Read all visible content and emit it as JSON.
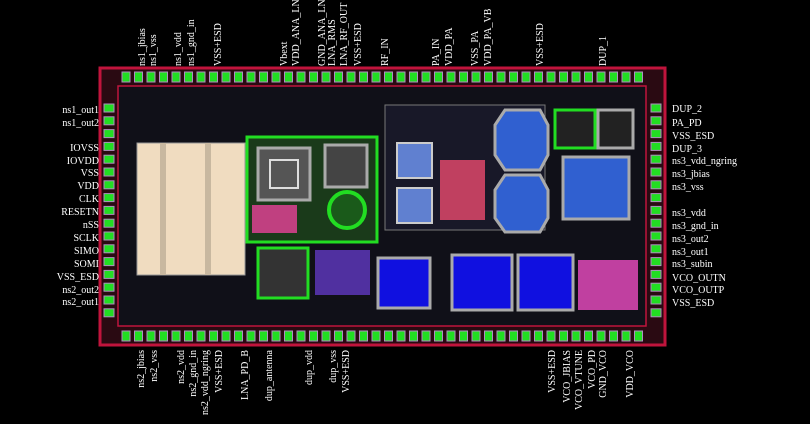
{
  "pins": {
    "top": [
      "ns1_jbias",
      "ns1_vss",
      "ns1_vdd",
      "ns1_gnd_in",
      "VSS+ESD",
      "Vbext",
      "VDD_ANA_LNA",
      "GND_ANA_LNA",
      "LNA_RMS",
      "LNA_RF_OUT",
      "VSS+ESD",
      "RF_IN",
      "PA_IN",
      "VDD_PA",
      "VSS_PA",
      "VDD_PA_VB",
      "VSS+ESD",
      "DUP_1"
    ],
    "bottom": [
      "ns2_jbias",
      "ns2_vss",
      "ns2_vdd",
      "ns2_gnd_in",
      "ns2_vdd_ngring",
      "VSS+ESD",
      "LNA_PD_B",
      "dup_antenna",
      "dup_vdd",
      "dup_vss",
      "VSS+ESD",
      "VSS+ESD",
      "VCO_JBIAS",
      "VCO_VTUNE",
      "VCO_PD",
      "GND_VCO",
      "VDD_VCO"
    ],
    "left": [
      "ns1_out1",
      "ns1_out2",
      "IOVSS",
      "IOVDD",
      "VSS",
      "VDD",
      "CLK",
      "RESETN",
      "nSS",
      "SCLK",
      "SIMO",
      "SOMI",
      "VSS_ESD",
      "ns2_out2",
      "ns2_out1"
    ],
    "right": [
      "DUP_2",
      "PA_PD",
      "VSS_ESD",
      "DUP_3",
      "ns3_vdd_ngring",
      "ns3_jbias",
      "ns3_vss",
      "ns3_vdd",
      "ns3_gnd_in",
      "ns3_out2",
      "ns3_out1",
      "ns3_subin",
      "VCO_OUTN",
      "VCO_OUTP",
      "VSS_ESD"
    ]
  },
  "colors": {
    "background": "#000000",
    "pad_ring": "#c0143c",
    "pad": "#22dd22",
    "metal_blue": "#1010e0",
    "inductor": "#9aa0b0",
    "core_block": "#f0dcc0"
  }
}
